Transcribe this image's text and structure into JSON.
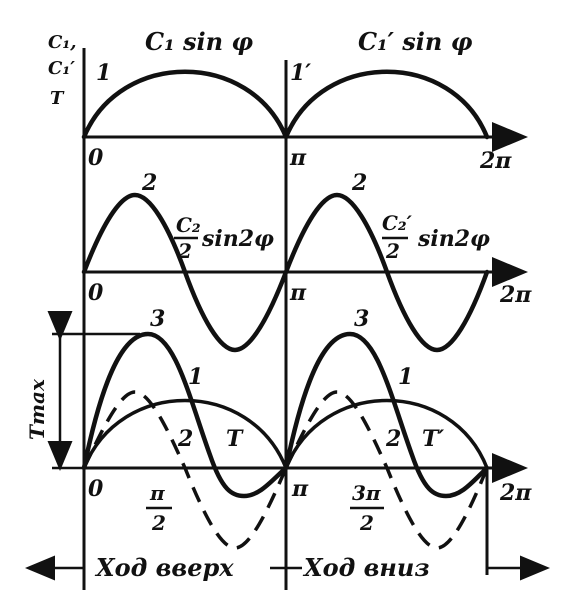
{
  "panel1": {
    "curve1_label": "C₁ sin φ",
    "curve1p_label": "C₁′ sin φ",
    "num1": "1",
    "num1p": "1′",
    "y_label_c1": "C₁,",
    "y_label_c1p": "C₁′",
    "y_label_t": "T",
    "origin": "0",
    "pi": "π",
    "two_pi": "2π"
  },
  "panel2": {
    "num2a": "2",
    "num2b": "2",
    "curve2_num": "C₂",
    "curve2_den": "2",
    "curve2_func": "sin2φ",
    "curve2p_num": "C₂′",
    "curve2p_den": "2",
    "curve2p_func": "sin2φ",
    "origin": "0",
    "pi": "π",
    "two_pi": "2π"
  },
  "panel3": {
    "num3a": "3",
    "num3b": "3",
    "num1a": "1",
    "num1b": "1",
    "num2a": "2",
    "num2b": "2",
    "t_label": "T",
    "tp_label": "T′",
    "tmax_label": "Tmax",
    "origin": "0",
    "pi_half_num": "π",
    "pi_half_den": "2",
    "pi": "π",
    "three_pi_half_num": "3π",
    "three_pi_half_den": "2",
    "two_pi": "2π"
  },
  "footer": {
    "stroke_up": "Ход вверх",
    "stroke_down": "Ход вниз"
  }
}
